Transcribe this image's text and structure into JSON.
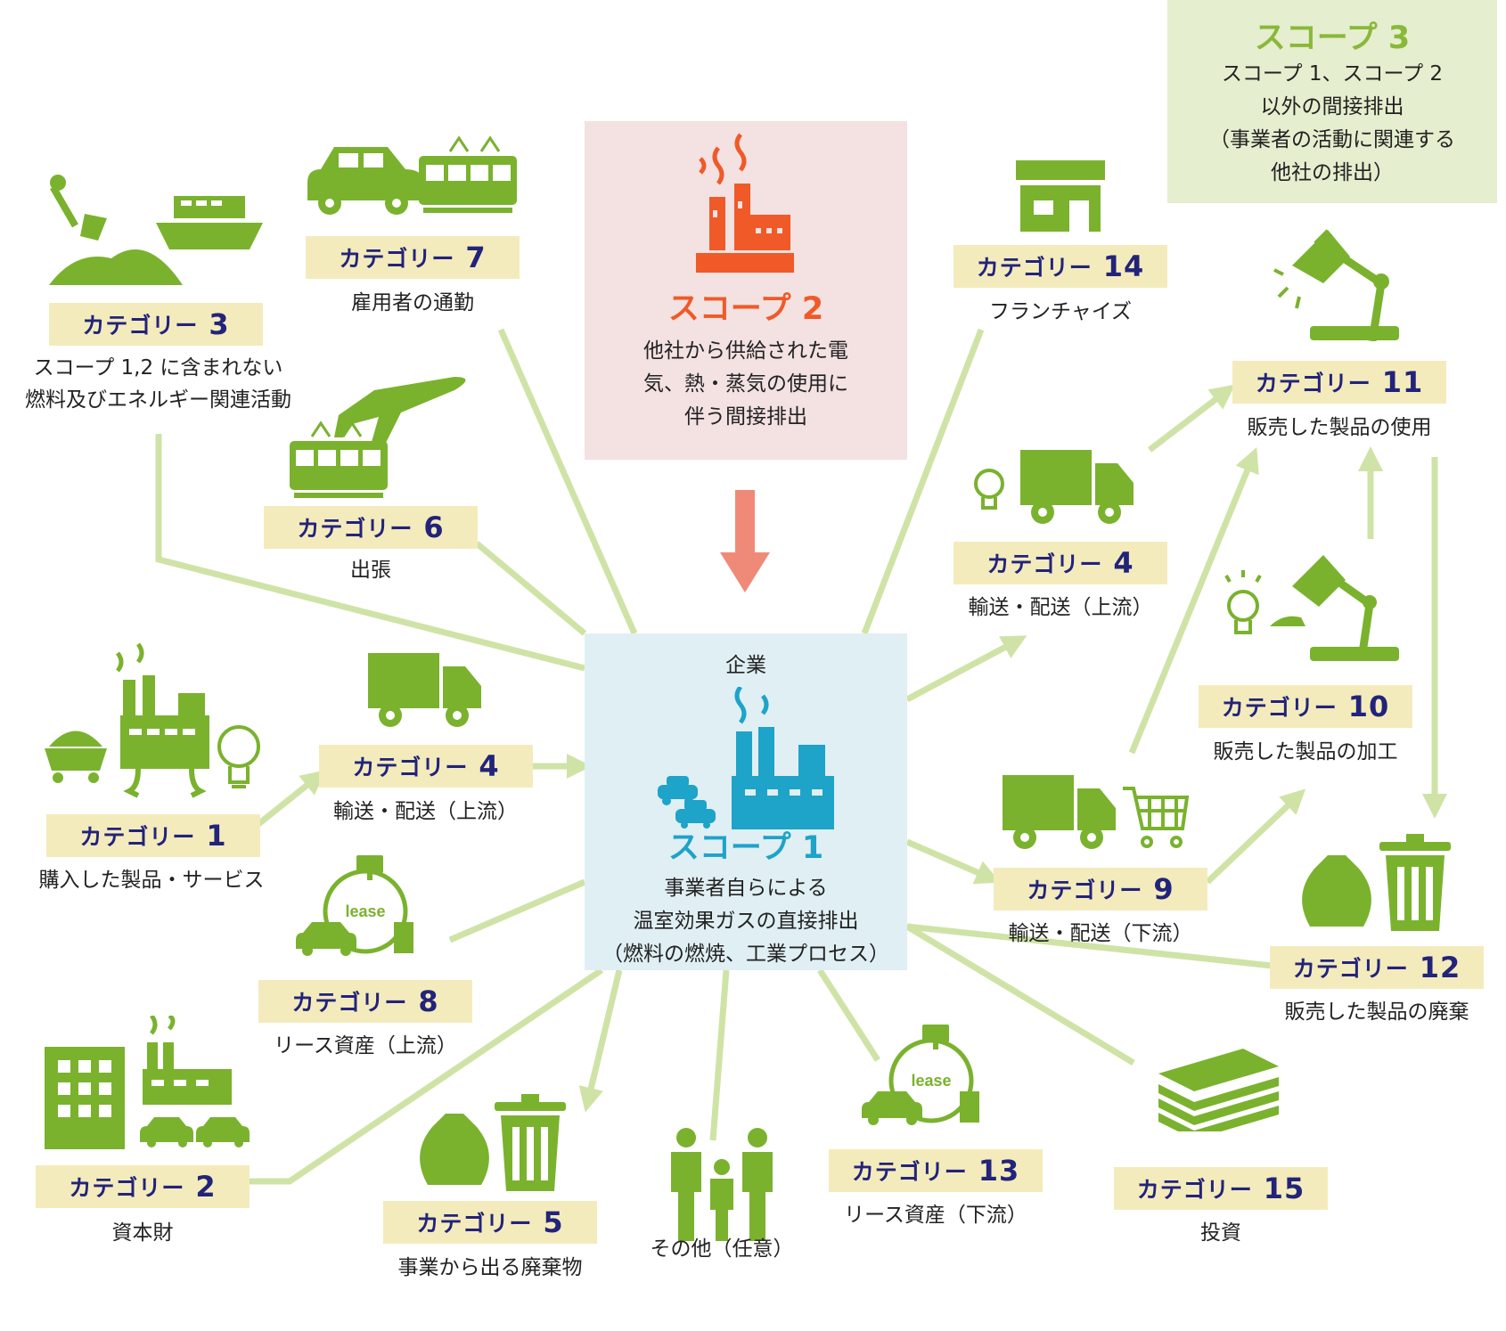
{
  "colors": {
    "accent_green": "#7ab22e",
    "line_green": "#cfe3a6",
    "cat_bg": "#f4ebbd",
    "cat_text": "#22237a",
    "scope1_blue": "#1ea3c9",
    "scope2_orange": "#ef5a28",
    "scope3_green": "#8ab83a"
  },
  "scope1": {
    "company": "企業",
    "title": "スコープ 1",
    "desc1": "事業者自らによる",
    "desc2": "温室効果ガスの直接排出",
    "desc3": "（燃料の燃焼、工業プロセス）"
  },
  "scope2": {
    "title": "スコープ 2",
    "desc1": "他社から供給された電",
    "desc2": "気、熱・蒸気の使用に",
    "desc3": "伴う間接排出"
  },
  "scope3": {
    "title": "スコープ 3",
    "desc1": "スコープ 1、スコープ 2",
    "desc2": "以外の間接排出",
    "desc3": "（事業者の活動に関連する",
    "desc4": "他社の排出）"
  },
  "categories": [
    {
      "id": "c3",
      "label": "カテゴリー",
      "num": "3",
      "desc1": "スコープ 1,2 に含まれない",
      "desc2": "燃料及びエネルギー関連活動"
    },
    {
      "id": "c7",
      "label": "カテゴリー",
      "num": "7",
      "desc1": "雇用者の通勤"
    },
    {
      "id": "c6",
      "label": "カテゴリー",
      "num": "6",
      "desc1": "出張"
    },
    {
      "id": "c4u",
      "label": "カテゴリー",
      "num": "4",
      "desc1": "輸送・配送（上流）"
    },
    {
      "id": "c1",
      "label": "カテゴリー",
      "num": "1",
      "desc1": "購入した製品・サービス"
    },
    {
      "id": "c8",
      "label": "カテゴリー",
      "num": "8",
      "desc1": "リース資産（上流）"
    },
    {
      "id": "c2",
      "label": "カテゴリー",
      "num": "2",
      "desc1": "資本財"
    },
    {
      "id": "c5",
      "label": "カテゴリー",
      "num": "5",
      "desc1": "事業から出る廃棄物"
    },
    {
      "id": "other",
      "desc1": "その他（任意）"
    },
    {
      "id": "c13",
      "label": "カテゴリー",
      "num": "13",
      "desc1": "リース資産（下流）"
    },
    {
      "id": "c15",
      "label": "カテゴリー",
      "num": "15",
      "desc1": "投資"
    },
    {
      "id": "c14",
      "label": "カテゴリー",
      "num": "14",
      "desc1": "フランチャイズ"
    },
    {
      "id": "c4d",
      "label": "カテゴリー",
      "num": "4",
      "desc1": "輸送・配送（上流）"
    },
    {
      "id": "c9",
      "label": "カテゴリー",
      "num": "9",
      "desc1": "輸送・配送（下流）"
    },
    {
      "id": "c11",
      "label": "カテゴリー",
      "num": "11",
      "desc1": "販売した製品の使用"
    },
    {
      "id": "c10",
      "label": "カテゴリー",
      "num": "10",
      "desc1": "販売した製品の加工"
    },
    {
      "id": "c12",
      "label": "カテゴリー",
      "num": "12",
      "desc1": "販売した製品の廃棄"
    }
  ],
  "icons": {
    "lease_label": "lease"
  }
}
